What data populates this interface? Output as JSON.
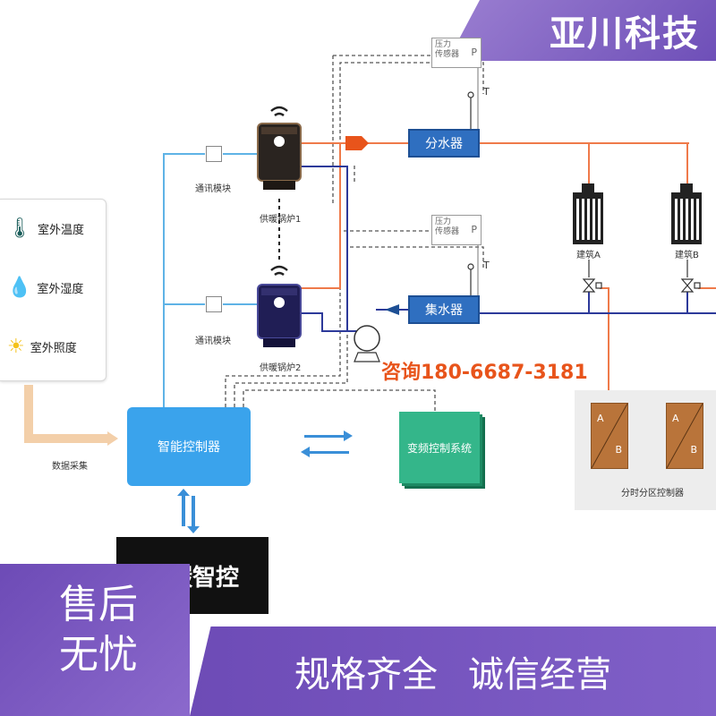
{
  "brand": {
    "name": "亚川科技"
  },
  "sensors": {
    "items": [
      {
        "label": "室外温度",
        "icon": "thermometer-icon",
        "color": "#1a5d5a"
      },
      {
        "label": "室外湿度",
        "icon": "water-drop-icon",
        "color": "#2a7fd6"
      },
      {
        "label": "室外照度",
        "icon": "sun-icon",
        "color": "#f4c21a"
      }
    ],
    "data_collection_label": "数据采集"
  },
  "controller": {
    "label": "智能控制器"
  },
  "comm_module_label": "通讯模块",
  "boilers": [
    {
      "label": "供暖锅炉1"
    },
    {
      "label": "供暖锅炉2"
    }
  ],
  "pressure_sensor": {
    "label_line1": "压力",
    "label_line2": "传感器",
    "symbol": "P"
  },
  "temp_symbol": "T",
  "headers": {
    "supply": "分水器",
    "return": "集水器"
  },
  "buildings": [
    {
      "label": "建筑A"
    },
    {
      "label": "建筑B"
    }
  ],
  "zone_controller": {
    "label": "分时分区控制器",
    "a": "A",
    "b": "B"
  },
  "vfd": {
    "label": "变频控制系统"
  },
  "contact": "咨询180-6687-3181",
  "carbon_label": "低碳智控",
  "badges": {
    "after_sales_line1": "售后",
    "after_sales_line2": "无忧",
    "slogan1": "规格齐全",
    "slogan2": "诚信经营"
  },
  "colors": {
    "supply_pipe": "#ef7a4a",
    "return_pipe": "#2d3a9a",
    "signal_line": "#5fb3e6",
    "brand": "#7a5bc4"
  }
}
